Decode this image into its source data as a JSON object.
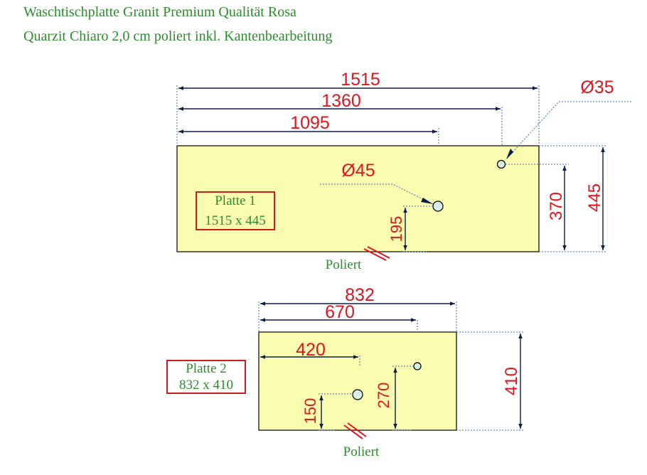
{
  "header": {
    "line1": "Waschtischplatte Granit Premium Qualität Rosa",
    "line2": "Quarzit Chiaro 2,0 cm poliert inkl. Kantenbearbeitung"
  },
  "slab1": {
    "name": "Platte 1",
    "size": "1515 x 445",
    "dims": {
      "d1515": "1515",
      "d1360": "1360",
      "d1095": "1095",
      "d35": "Ø35",
      "d45": "Ø45",
      "d195": "195",
      "d370": "370",
      "d445": "445"
    },
    "polished": "Poliert"
  },
  "slab2": {
    "name": "Platte 2",
    "size": "832 x 410",
    "dims": {
      "d832": "832",
      "d670": "670",
      "d420": "420",
      "d150": "150",
      "d270": "270",
      "d410": "410"
    },
    "polished": "Poliert"
  },
  "colors": {
    "slab_fill": "#fafcb0",
    "dimension_text": "#e0141e",
    "label_text": "#2e8b2e",
    "label_box": "#c81e1e"
  }
}
